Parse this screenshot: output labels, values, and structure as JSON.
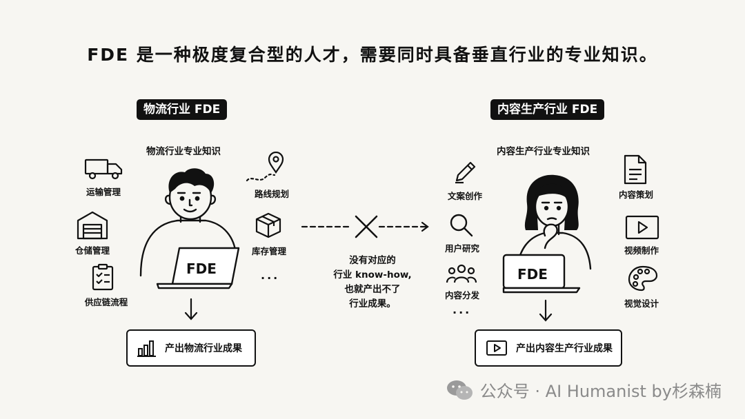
{
  "headline": "FDE 是一种极度复合型的人才，需要同时具备垂直行业的专业知识。",
  "left": {
    "tag": "物流行业 FDE",
    "knowledge_title": "物流行业专业知识",
    "items": [
      "运输管理",
      "仓储管理",
      "供应链流程",
      "路线规划",
      "库存管理"
    ],
    "ellipsis": "...",
    "laptop_label": "FDE",
    "result": "产出物流行业成果"
  },
  "middle": {
    "lines": [
      "没有对应的",
      "行业 know-how,",
      "也就产出不了",
      "行业成果。"
    ]
  },
  "right": {
    "tag": "内容生产行业 FDE",
    "knowledge_title": "内容生产行业专业知识",
    "items": [
      "文案创作",
      "用户研究",
      "内容分发",
      "内容策划",
      "视频制作",
      "视觉设计"
    ],
    "ellipsis": "...",
    "laptop_label": "FDE",
    "result": "产出内容生产行业成果"
  },
  "watermark": "公众号 · AI Humanist by杉森楠"
}
